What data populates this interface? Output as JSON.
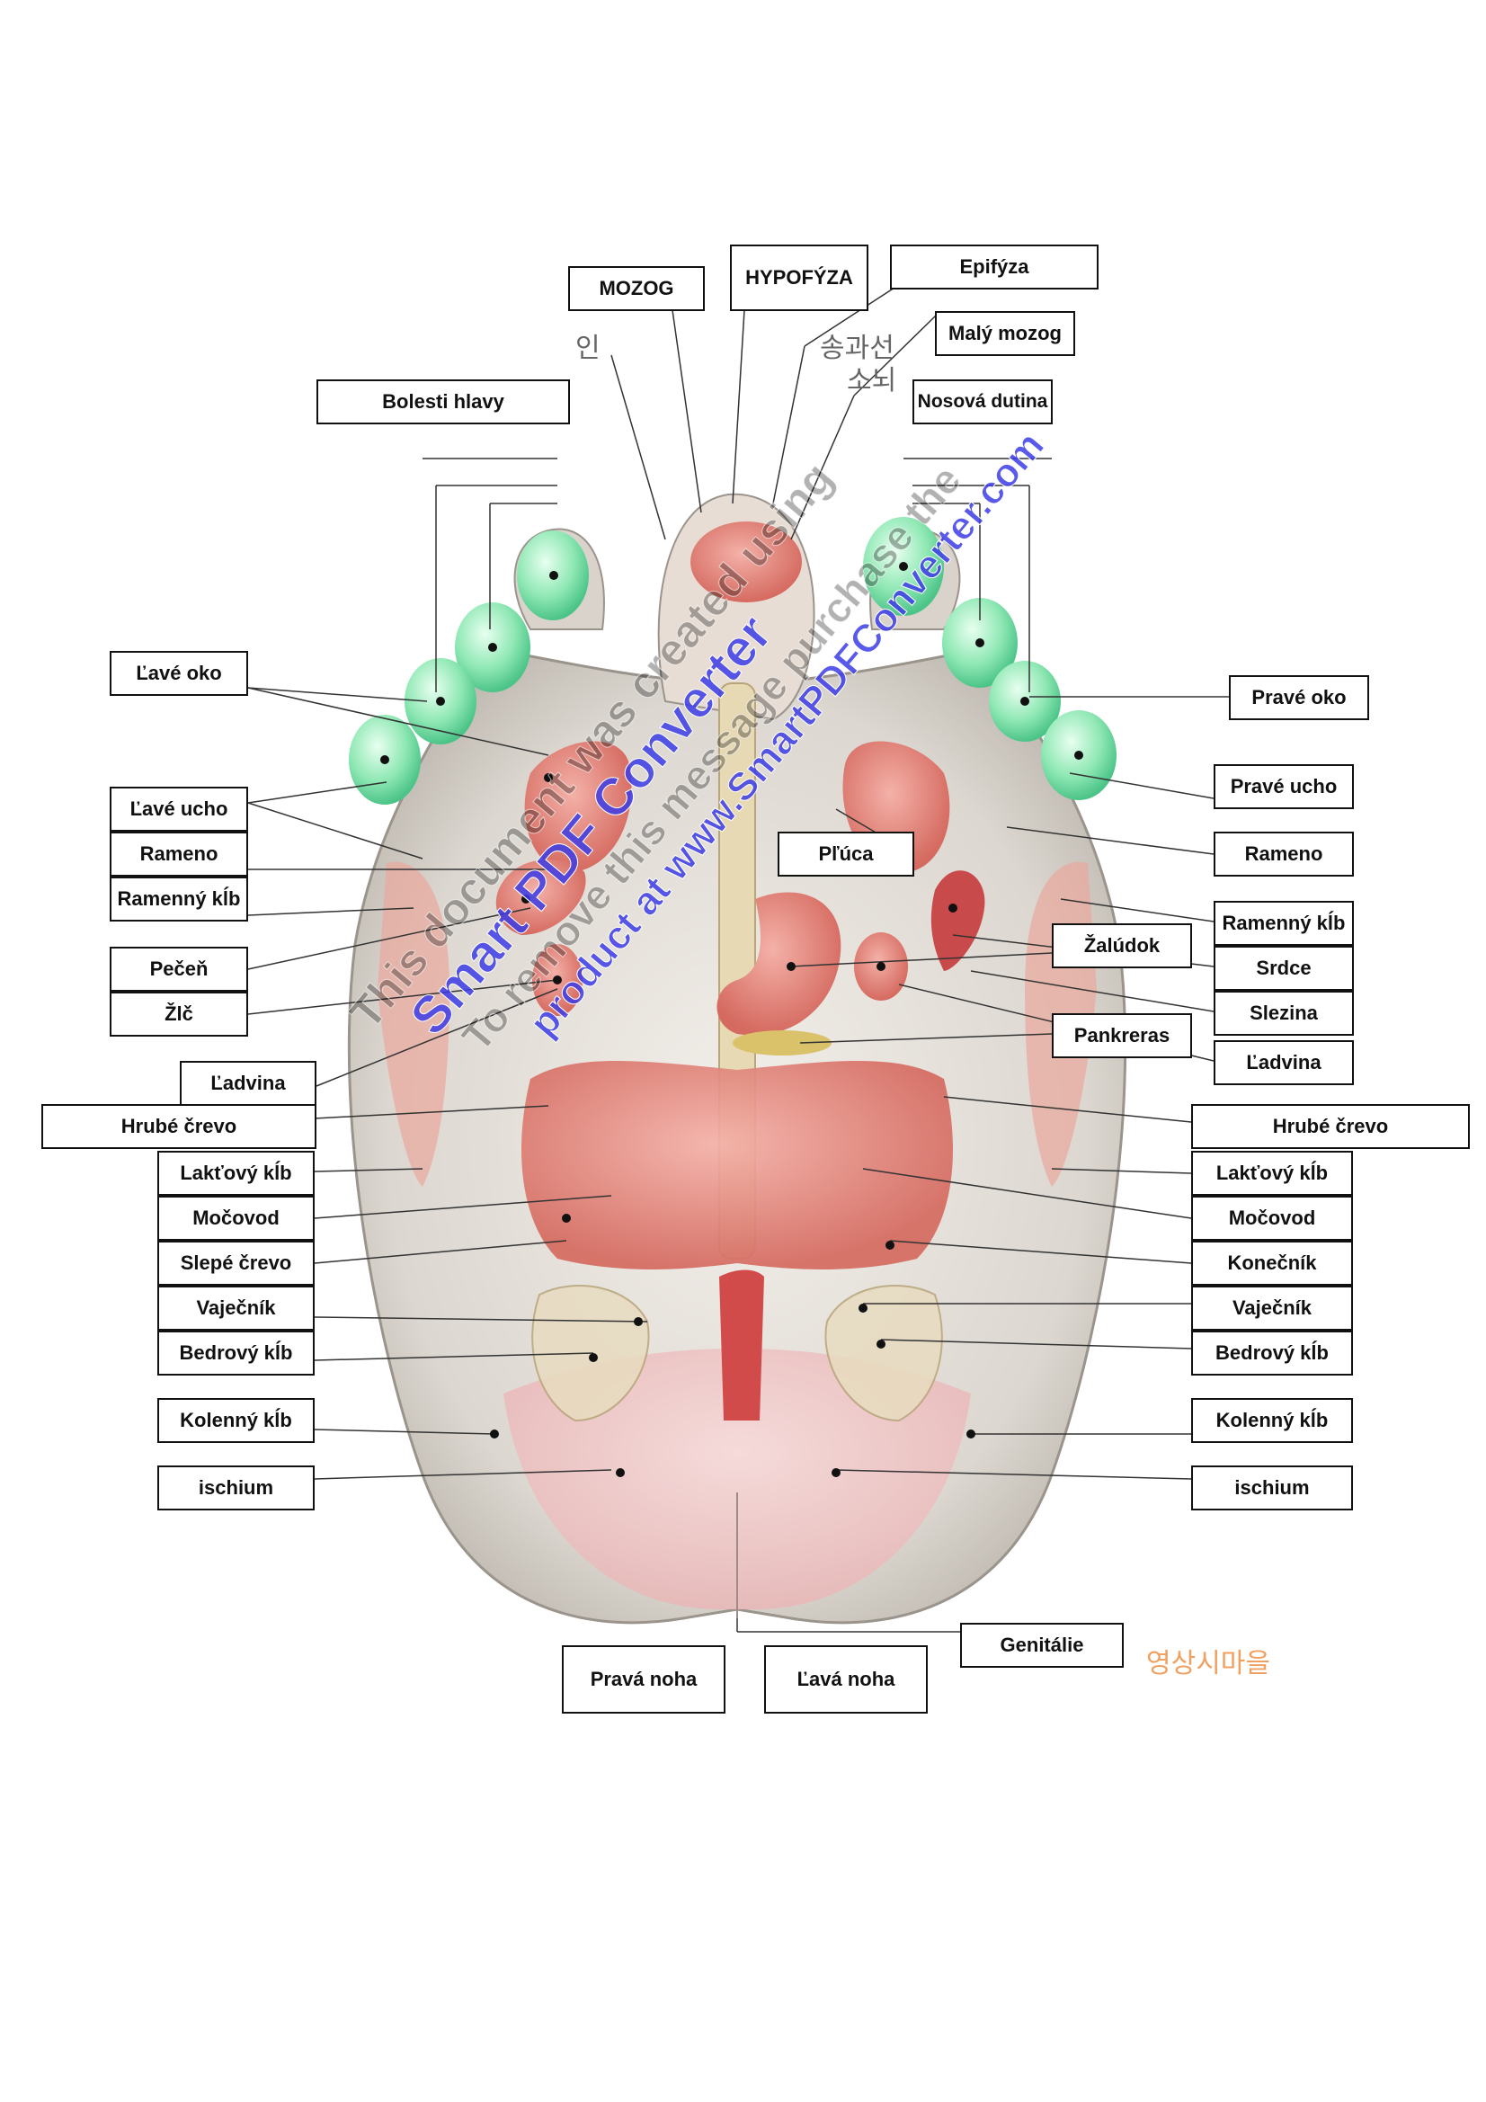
{
  "labels": {
    "mozog": "MOZOG",
    "hypofyza": "HYPOFÝZA",
    "epifyza": "Epifýza",
    "maly_mozog": "Malý mozog",
    "nosova_dutina": "Nosová dutina",
    "bolesti_hlavy": "Bolesti hlavy",
    "lave_oko": "Ľavé oko",
    "prave_oko": "Pravé oko",
    "lave_ucho": "Ľavé ucho",
    "prave_ucho": "Pravé ucho",
    "rameno_left": "Rameno",
    "rameno_right": "Rameno",
    "ramenny_kib_left": "Ramenný kĺb",
    "ramenny_kib_right": "Ramenný kĺb",
    "pluca": "Pľúca",
    "zaludok": "Žalúdok",
    "pecen": "Pečeň",
    "zlc": "Žlč",
    "srdce": "Srdce",
    "slezina": "Slezina",
    "pankreras": "Pankreras",
    "ladvina_left": "Ľadvina",
    "ladvina_right": "Ľadvina",
    "hrube_crevo_left": "Hrubé črevo",
    "hrube_crevo_right": "Hrubé črevo",
    "laktovy_kib_left": "Lakťový kĺb",
    "laktovy_kib_right": "Lakťový kĺb",
    "mocovod_left": "Močovod",
    "mocovod_right": "Močovod",
    "slepe_crevo": "Slepé črevo",
    "konecnik": "Konečník",
    "vajecnik_left": "Vaječník",
    "vajecnik_right": "Vaječník",
    "bedrovy_kib_left": "Bedrový kĺb",
    "bedrovy_kib_right": "Bedrový kĺb",
    "kolenny_kib_left": "Kolenný kĺb",
    "kolenny_kib_right": "Kolenný kĺb",
    "ischium_left": "ischium",
    "ischium_right": "ischium",
    "genitalie": "Genitálie",
    "prava_noha": "Pravá noha",
    "lava_noha": "Ľavá noha"
  },
  "korean": {
    "in": "인",
    "songgwaseon": "송과선",
    "sonoe": "소뇌",
    "studio": "영상시마을"
  },
  "watermark": {
    "line1": "This document was created using",
    "line2": "Smart PDF Converter",
    "line3": "To remove this message purchase the",
    "line4": "product at www.SmartPDFConverter.com"
  },
  "colors": {
    "toe_green": "#8fe8b4",
    "organ_red": "#e07a70",
    "watermark_blue": "#3c3ce6",
    "korean_orange": "#f0a060"
  }
}
